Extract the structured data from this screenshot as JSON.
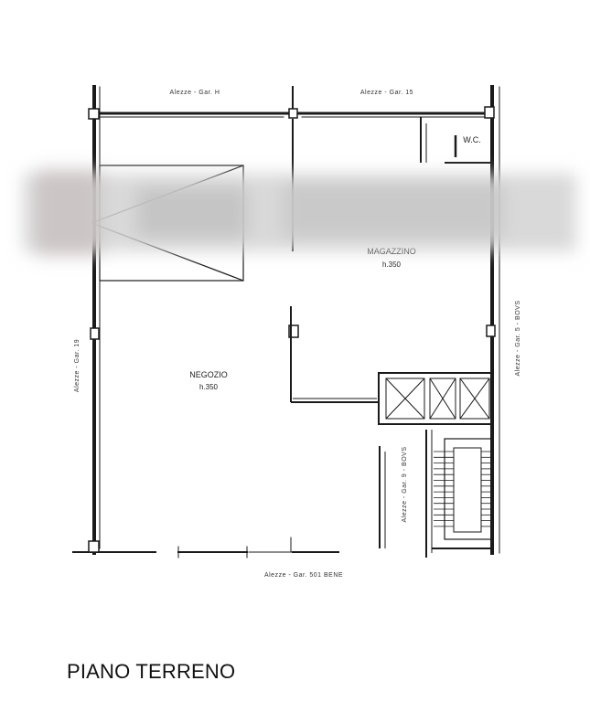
{
  "rooms": {
    "negozio": {
      "name": "NEGOZIO",
      "code": "h.350"
    },
    "magazzino": {
      "name": "MAGAZZINO",
      "code": "h.350"
    },
    "wc": {
      "name": "W.C."
    }
  },
  "dimensions": {
    "top_left": "Alezze - Gar. H",
    "top_right": "Alezze - Gar. 15",
    "left": "Alezze - Gar. 19",
    "right": "Alezze - Gar. 5 - BOVS",
    "stair": "Alezze - Gar. 9 - BOVS",
    "bottom": "Alezze - Gar. 501 BENE"
  },
  "title": "PIANO TERRENO",
  "colors": {
    "wall": "#1a1a1a",
    "background": "#ffffff",
    "blur": "#cfcfcf"
  }
}
